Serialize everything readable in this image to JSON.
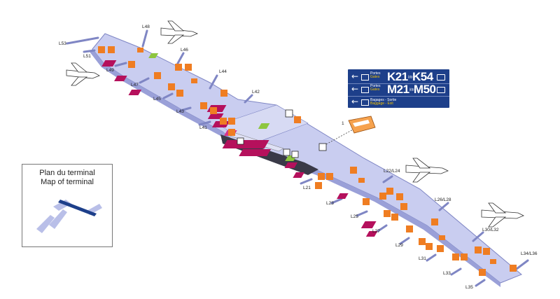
{
  "inset": {
    "title_fr": "Plan du terminal",
    "title_en": "Map of terminal"
  },
  "sign": {
    "row1": {
      "small_fr": "Portes",
      "small_en": "Gates",
      "from": "K21",
      "to": "K54",
      "joiner": "à\nto"
    },
    "row2": {
      "small_fr": "Portes",
      "small_en": "Gates",
      "from": "M21",
      "to": "M50",
      "joiner": "à\nto"
    },
    "row3": {
      "small_fr": "Bagages - Sortie",
      "small_en": "Baggage - Exit"
    }
  },
  "shuttle_label": "1",
  "gates": [
    "L53",
    "L51",
    "L48",
    "L49",
    "L46",
    "L47",
    "L44",
    "L45",
    "L42",
    "L43",
    "L41",
    "L21",
    "L22/L24",
    "L23",
    "L25",
    "L27",
    "L26/L28",
    "L29",
    "L30/L32",
    "L31",
    "L33",
    "L34/L36",
    "L35"
  ],
  "colors": {
    "floor": "#c9cdf0",
    "floor_edge": "#7f86c4",
    "shop": "#b5105c",
    "shop_light": "#d6338a",
    "service": "#ef7d22",
    "green": "#8dc63f",
    "sign_blue": "#1d3f8a"
  }
}
